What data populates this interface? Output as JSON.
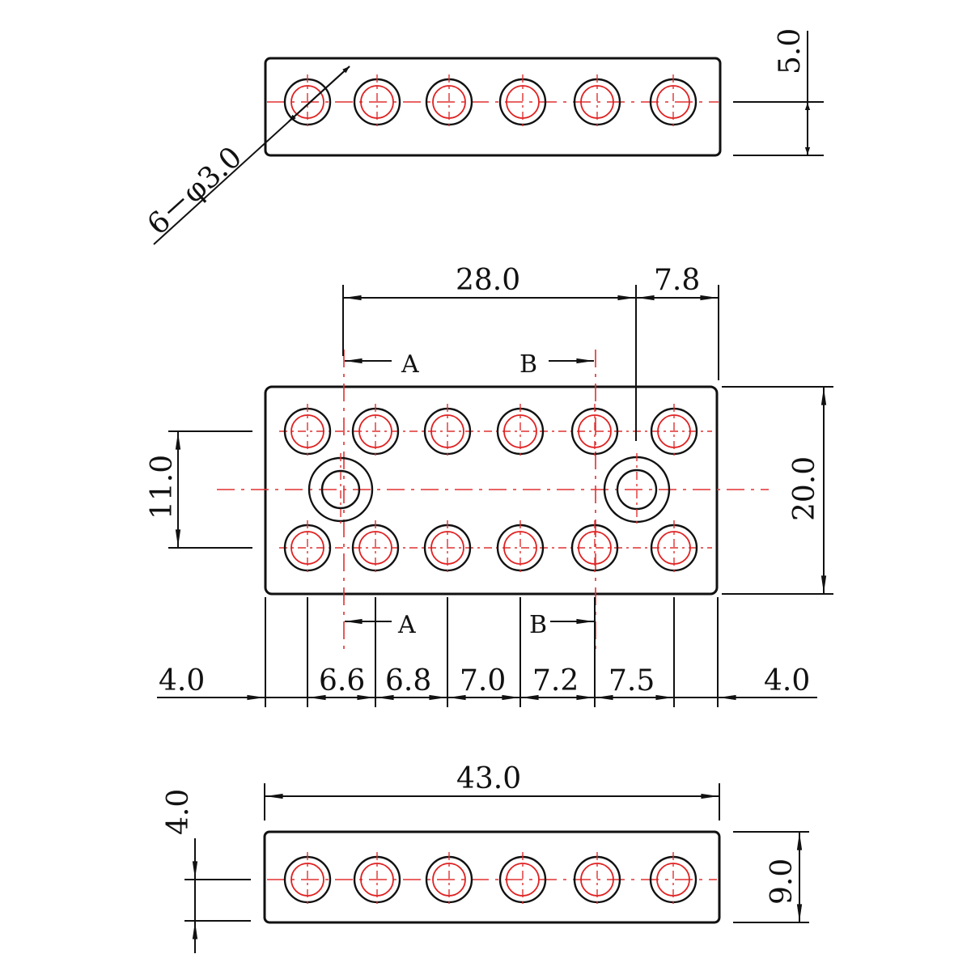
{
  "diagram": {
    "top_view": {
      "hole_callout": "6－φ3.0",
      "thickness_label": "5.0"
    },
    "main_view": {
      "dim_top_left": "28.0",
      "dim_top_right": "7.8",
      "dim_left": "11.0",
      "dim_right": "20.0",
      "section_a": "A",
      "section_b": "B",
      "bottom_dims": [
        "4.0",
        "6.6",
        "6.8",
        "7.0",
        "7.2",
        "7.5",
        "4.0"
      ]
    },
    "bottom_view": {
      "width_label": "43.0",
      "height_label": "9.0",
      "offset_label": "4.0"
    },
    "colors": {
      "outline": "#111111",
      "centerline": "#e03030",
      "hole": "#e02020"
    }
  }
}
